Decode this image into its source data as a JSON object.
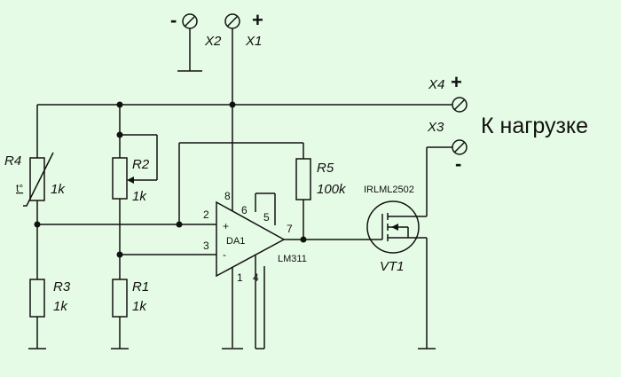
{
  "terminals": {
    "x1": {
      "label": "X1",
      "sign": "+"
    },
    "x2": {
      "label": "X2",
      "sign": "-"
    },
    "x3": {
      "label": "X3",
      "sign": "-"
    },
    "x4": {
      "label": "X4",
      "sign": "+"
    }
  },
  "load_label": "К нагрузке",
  "resistors": {
    "r1": {
      "name": "R1",
      "value": "1k"
    },
    "r2": {
      "name": "R2",
      "value": "1k"
    },
    "r3": {
      "name": "R3",
      "value": "1k"
    },
    "r4": {
      "name": "R4",
      "value": "1k",
      "symbol": "t°"
    },
    "r5": {
      "name": "R5",
      "value": "100k"
    }
  },
  "opamp": {
    "name": "DA1",
    "part": "LM311",
    "plus": "+",
    "minus": "-",
    "pins": {
      "p1": "1",
      "p2": "2",
      "p3": "3",
      "p4": "4",
      "p5": "5",
      "p6": "6",
      "p7": "7",
      "p8": "8"
    }
  },
  "transistor": {
    "name": "VT1",
    "part": "IRLML2502"
  }
}
